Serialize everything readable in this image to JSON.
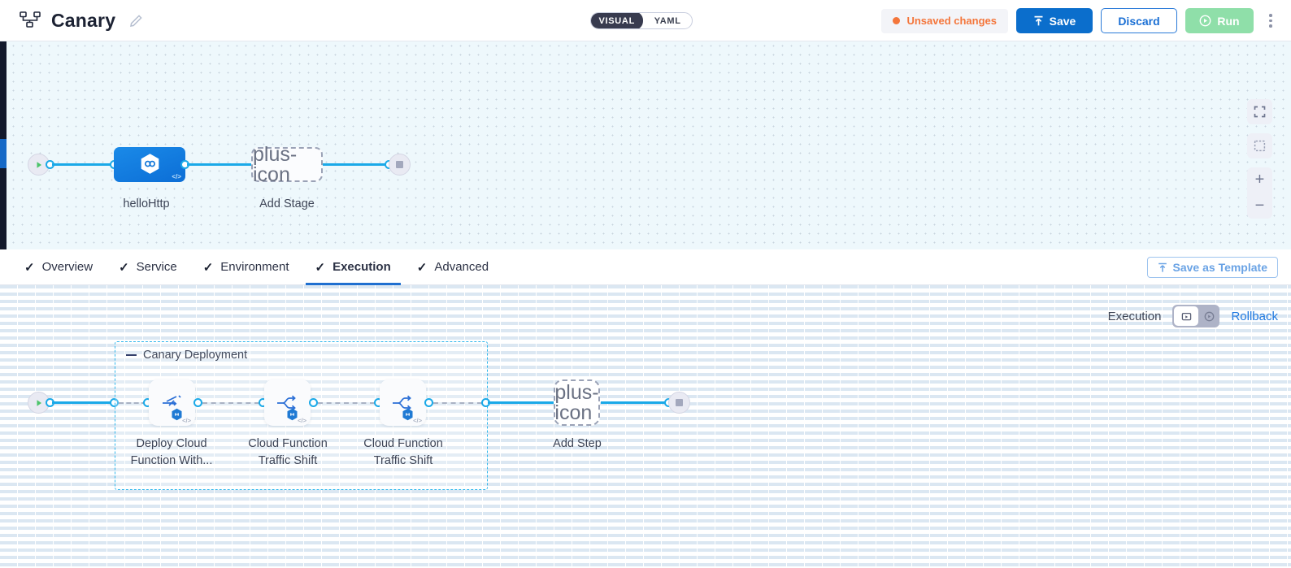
{
  "header": {
    "pipeline_icon": "pipeline-icon",
    "title": "Canary",
    "edit_icon": "pencil-icon",
    "mode_toggle": {
      "visual": "VISUAL",
      "yaml": "YAML",
      "selected": "VISUAL"
    },
    "unsaved_label": "Unsaved changes",
    "save_label": "Save",
    "discard_label": "Discard",
    "run_label": "Run",
    "menu_icon": "kebab-menu-icon",
    "accent_blue": "#0b6ecc",
    "accent_orange": "#f4763b",
    "accent_green": "#8fdfa9"
  },
  "top_canvas": {
    "start_node": "start-play-icon",
    "stage": {
      "label": "helloHttp",
      "icon": "hexagon-link-icon",
      "badge": "</>"
    },
    "add_stage": {
      "label": "Add Stage",
      "icon": "plus-icon"
    },
    "end_node": "stop-square-icon",
    "controls": {
      "fullscreen": "fullscreen-icon",
      "fit": "fit-to-screen-icon",
      "zoom_in": "+",
      "zoom_out": "−"
    }
  },
  "tabs": {
    "items": [
      {
        "label": "Overview",
        "check": "✓",
        "active": false
      },
      {
        "label": "Service",
        "check": "✓",
        "active": false
      },
      {
        "label": "Environment",
        "check": "✓",
        "active": false
      },
      {
        "label": "Execution",
        "check": "✓",
        "active": true
      },
      {
        "label": "Advanced",
        "check": "✓",
        "active": false
      }
    ],
    "save_as_template": "Save as Template",
    "save_as_template_icon": "upload-icon"
  },
  "bottom_canvas": {
    "execution_label": "Execution",
    "rollback_label": "Rollback",
    "toggle_left_icon": "execution-flow-icon",
    "toggle_right_icon": "rollback-icon",
    "group": {
      "title": "Canary Deployment",
      "collapse_icon": "collapse-dash-icon",
      "steps": [
        {
          "label_line1": "Deploy Cloud",
          "label_line2": "Function With...",
          "icon": "deploy-arrow-icon",
          "badge": "</>"
        },
        {
          "label_line1": "Cloud Function",
          "label_line2": "Traffic Shift",
          "icon": "traffic-split-icon",
          "badge": "</>"
        },
        {
          "label_line1": "Cloud Function",
          "label_line2": "Traffic Shift",
          "icon": "traffic-split-icon",
          "badge": "</>"
        }
      ]
    },
    "add_step": {
      "label": "Add Step",
      "icon": "plus-icon"
    },
    "start_node": "start-play-icon",
    "end_node": "stop-square-icon"
  }
}
